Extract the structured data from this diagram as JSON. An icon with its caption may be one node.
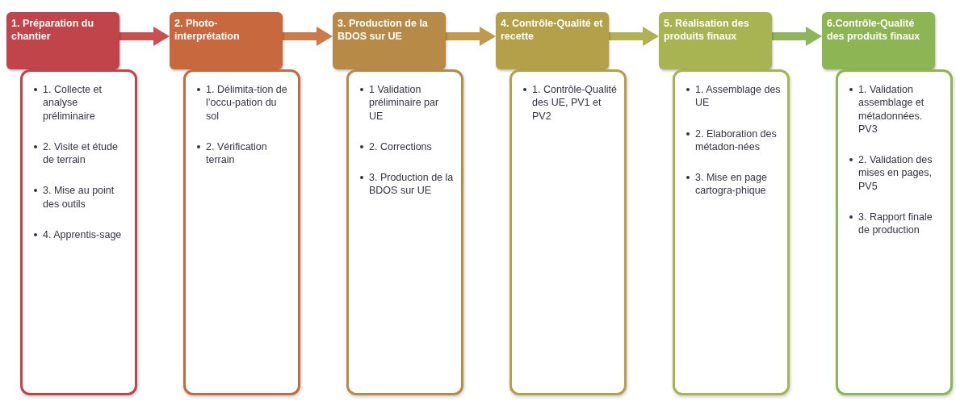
{
  "diagram": {
    "nodes": [
      {
        "text": [
          "1. Préparation du chantier"
        ]
      },
      {
        "text": [
          "1. Collecte et analyse préliminaire",
          "2. Visite et étude de terrain",
          "3. Mise au point des outils",
          "4. Apprentis-sage"
        ]
      },
      {
        "text": [
          "2. Photo-interprétation"
        ]
      },
      {
        "text": [
          "1. Délimita-tion de l’occu-pation du sol",
          "2. Vérification terrain"
        ]
      },
      {
        "text": [
          "3. Production de la BDOS sur UE"
        ]
      },
      {
        "text": [
          "1 Validation préliminaire par UE",
          "2. Corrections",
          "3. Production de la BDOS sur UE"
        ]
      },
      {
        "text": [
          "4. Contrôle-Qualité et recette"
        ]
      },
      {
        "text": [
          "1. Contrôle-Qualité des UE, PV1 et PV2"
        ]
      },
      {
        "text": [
          "5. Réalisation des produits finaux"
        ]
      },
      {
        "text": [
          "1. Assemblage des UE",
          "2. Elaboration des métadon-nées",
          "3. Mise en page cartogra-phique"
        ]
      },
      {
        "text": [
          "6.Contrôle-Qualité des produits finaux"
        ]
      },
      {
        "text": [
          "1. Validation assemblage et métadonnées. PV3",
          "2. Validation des mises en pages, PV5",
          "3. Rapport finale de production"
        ]
      }
    ],
    "edges": [
      {
        "from": 0,
        "to": 2,
        "arrow": "to",
        "color": "#c9504f"
      },
      {
        "from": 2,
        "to": 4,
        "arrow": "to",
        "color": "#cd7a4a"
      },
      {
        "from": 4,
        "to": 6,
        "arrow": "to",
        "color": "#c0984e"
      },
      {
        "from": 6,
        "to": 8,
        "arrow": "to",
        "color": "#b1b054"
      },
      {
        "from": 8,
        "to": 10,
        "arrow": "to",
        "color": "#8fb55a"
      }
    ]
  }
}
